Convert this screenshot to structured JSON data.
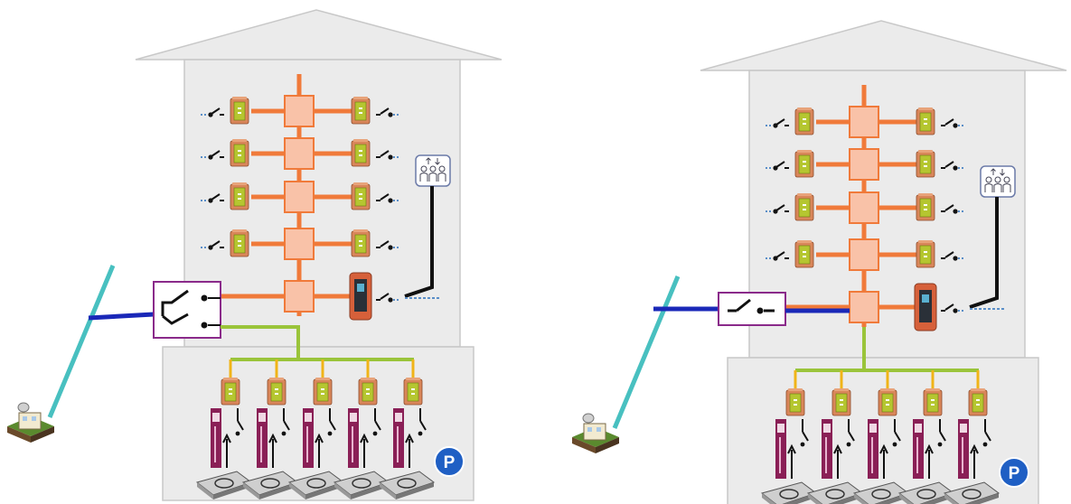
{
  "parking_badge_text": "P",
  "colors": {
    "building": "#ebebeb",
    "building_edge": "#c8c8c8",
    "riser": "#f07a3a",
    "junction": "#f9c2a8",
    "meter_body": "#d9865a",
    "meter_face": "#b5c630",
    "feeder_line": "#1a28b8",
    "service_line": "#48c0c0",
    "switch_frame": "#8a2a8a",
    "green_line": "#9ac43a",
    "yellow_line": "#f0b418",
    "charger": "#8a1f56",
    "parking_badge": "#1f5fc4",
    "grid_link": "#111111"
  },
  "diagrams": [
    {
      "variant": "dual-switch"
    },
    {
      "variant": "single-switch"
    }
  ]
}
